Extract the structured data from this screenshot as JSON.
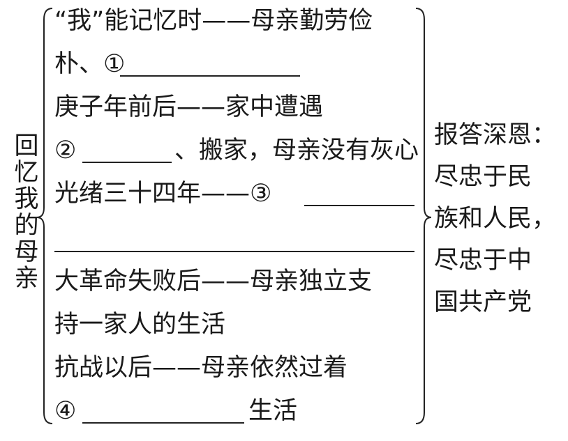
{
  "title_chars": [
    "回",
    "忆",
    "我",
    "的",
    "母",
    "亲"
  ],
  "lines": [
    "“我”能记忆时——母亲勤劳俭",
    "朴、①",
    "庚子年前后——家中遭遇",
    "②",
    "、搬家，母亲没有灰心",
    "光绪三十四年——③",
    "大革命失败后——母亲独立支",
    "持一家人的生活",
    "抗战以后——母亲依然过着",
    "④",
    "生活"
  ],
  "summary_lines": [
    "报答深恩：",
    "尽忠于民",
    "族和人民，",
    "尽忠于中",
    "国共产党"
  ],
  "colors": {
    "text": "#1a1a1a",
    "line": "#222222",
    "background": "#ffffff"
  }
}
